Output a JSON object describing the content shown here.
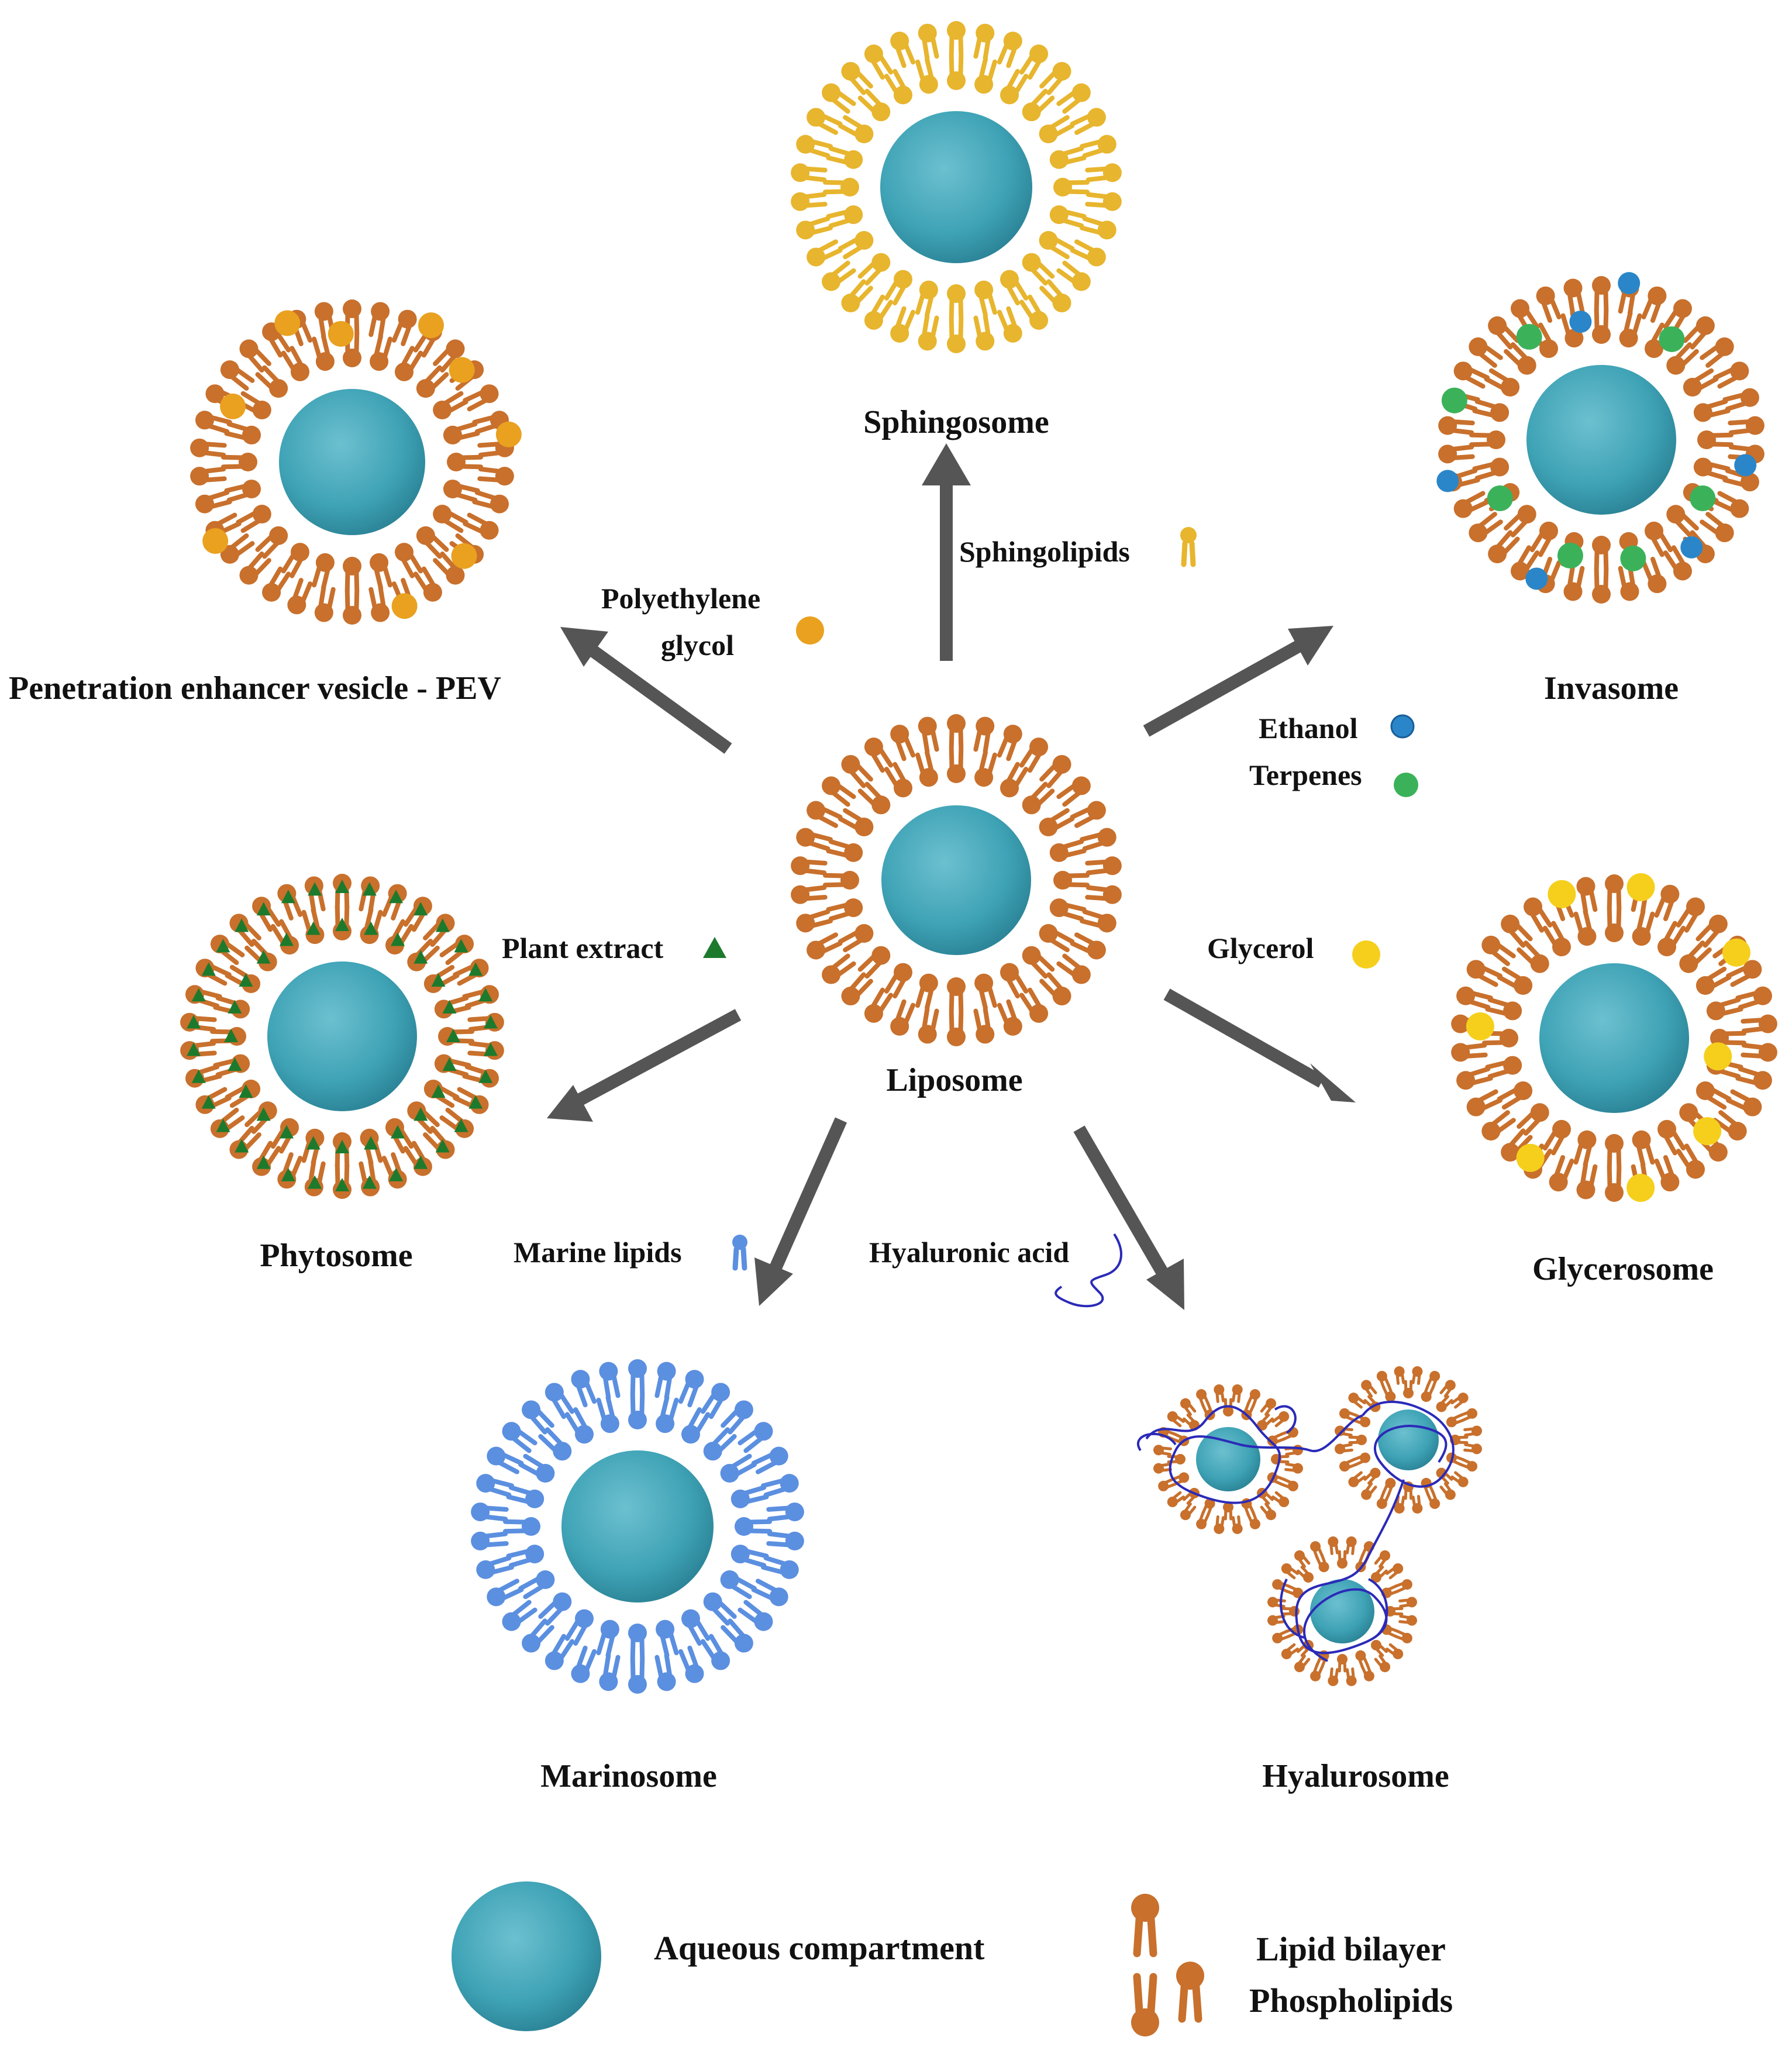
{
  "colors": {
    "core": "#3fa3b6",
    "core_shade": "#2b8396",
    "phospholipid": "#c8702c",
    "sphingolipid": "#e7b52e",
    "marine_lipid": "#5b8fe0",
    "peg": "#e9a11f",
    "ethanol": "#2a86c8",
    "terpenes": "#3bb25a",
    "glycerol": "#f5cf1c",
    "plant_extract": "#1d7a2c",
    "hyaluronic": "#2b2ab8",
    "arrow": "#555555"
  },
  "center": {
    "name": "Liposome"
  },
  "vesicles": [
    {
      "id": "sphingosome",
      "name": "Sphingosome",
      "additive": "Sphingolipids",
      "additive_icon": "sphingolipid-icon"
    },
    {
      "id": "pev",
      "name": "Penetration enhancer vesicle - PEV",
      "additive_lines": [
        "Polyethylene",
        "glycol"
      ],
      "additive_icon": "peg-dot-icon"
    },
    {
      "id": "invasome",
      "name": "Invasome",
      "additive_lines": [
        "Ethanol",
        "Terpenes"
      ],
      "additive_icons": [
        "ethanol-dot-icon",
        "terpenes-dot-icon"
      ]
    },
    {
      "id": "phytosome",
      "name": "Phytosome",
      "additive": "Plant extract",
      "additive_icon": "plant-extract-triangle-icon"
    },
    {
      "id": "glycerosome",
      "name": "Glycerosome",
      "additive": "Glycerol",
      "additive_icon": "glycerol-dot-icon"
    },
    {
      "id": "marinosome",
      "name": "Marinosome",
      "additive": "Marine lipids",
      "additive_icon": "marine-lipid-icon"
    },
    {
      "id": "hyalurosome",
      "name": "Hyalurosome",
      "additive": "Hyaluronic acid",
      "additive_icon": "hyaluronic-acid-strand-icon"
    }
  ],
  "legend": {
    "aqueous": "Aqueous compartment",
    "lipid_bilayer": "Lipid bilayer",
    "phospholipids": "Phospholipids"
  }
}
